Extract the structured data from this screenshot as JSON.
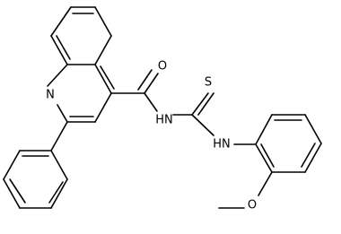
{
  "molecule": {
    "atom_labels": {
      "ring_nitrogen": "N",
      "carbonyl_oxygen": "O",
      "thione_sulfur": "S",
      "amide_nh": "HN",
      "thioamide_nh": "HN",
      "methoxy_oxygen": "O"
    },
    "colors": {
      "line": "#000000",
      "background": "#ffffff"
    }
  }
}
